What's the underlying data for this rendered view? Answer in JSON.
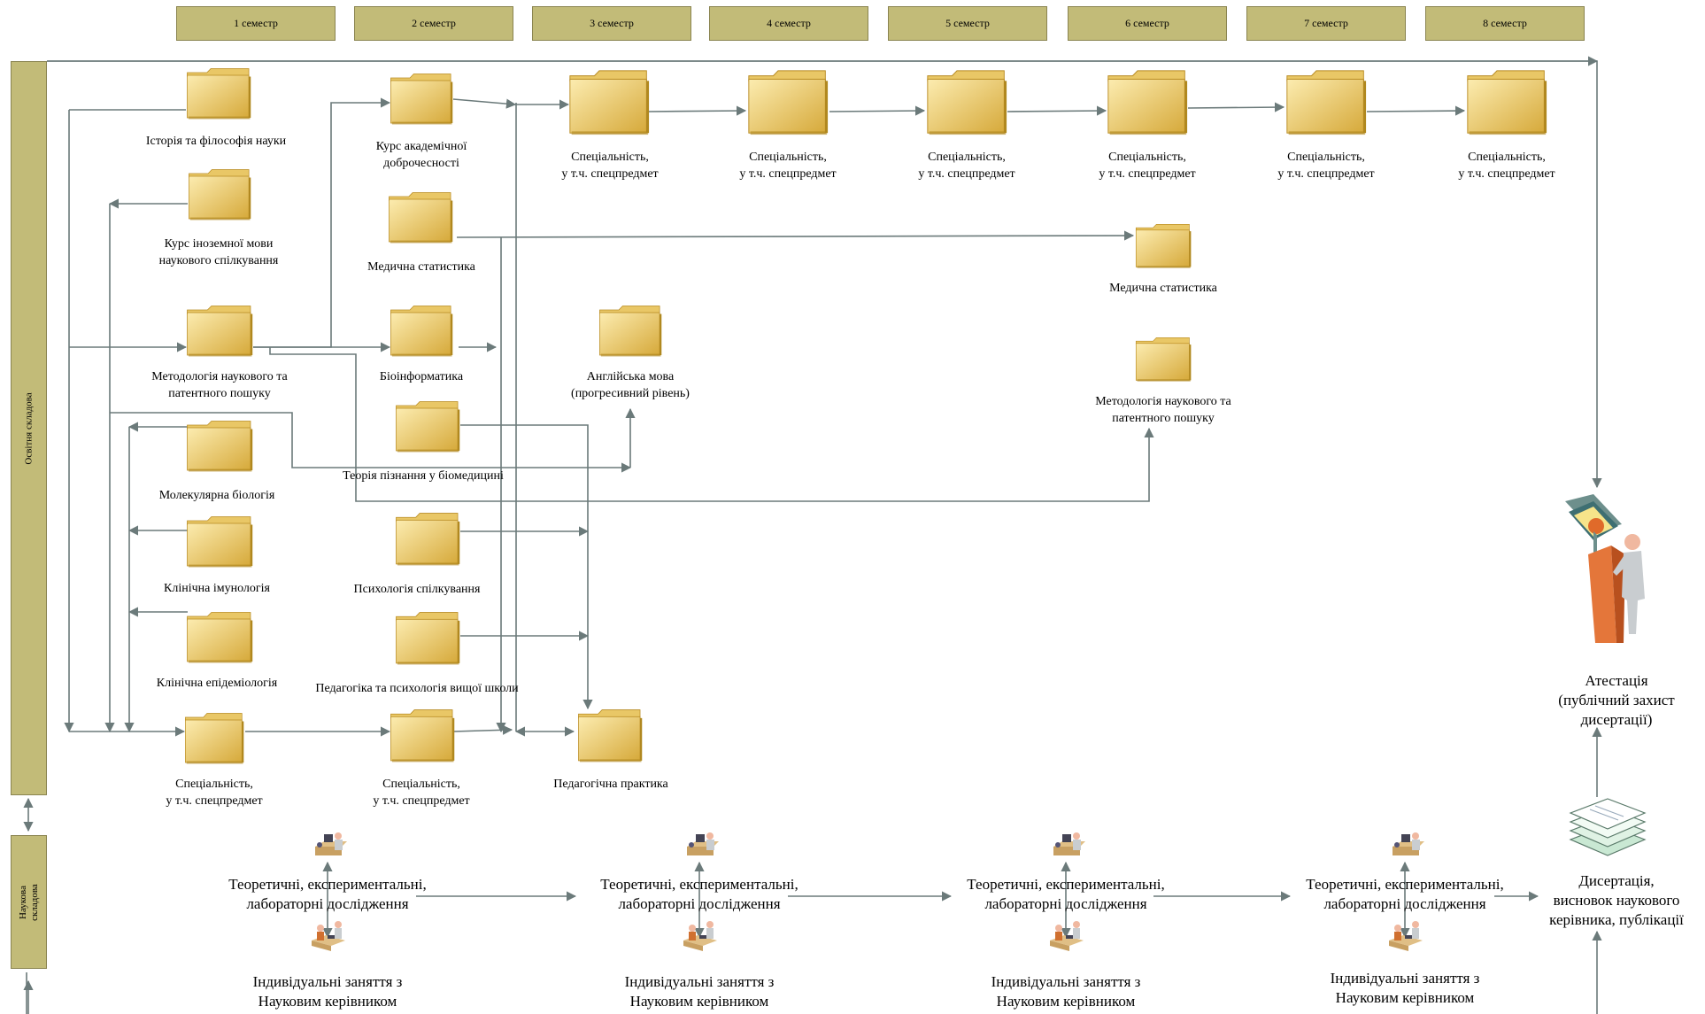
{
  "semesters": [
    "1 семестр",
    "2 семестр",
    "3  семестр",
    "4  семестр",
    "5 семестр",
    "6 семестр",
    "7  семестр",
    "8  семестр"
  ],
  "bands": {
    "education": "Освітня складова",
    "science": "Наукова складова"
  },
  "folders": [
    {
      "label": "Історія та філософія науки"
    },
    {
      "label": "Курс іноземної мови\nнаукового спілкування"
    },
    {
      "label": "Методологія наукового та\nпатентного пошуку"
    },
    {
      "label": "Молекулярна біологія"
    },
    {
      "label": "Клінічна імунологія"
    },
    {
      "label": "Клінічна епідеміологія"
    },
    {
      "label": "Спеціальність,\nу т.ч. спецпредмет"
    },
    {
      "label": "Курс академічної\nдоброчесності"
    },
    {
      "label": "Медична статистика"
    },
    {
      "label": "Біоінформатика"
    },
    {
      "label": "Теорія пізнання у біомедицині"
    },
    {
      "label": "Психологія спілкування"
    },
    {
      "label": "Педагогіка та психологія вищої школи"
    },
    {
      "label": "Спеціальність,\nу т.ч. спецпредмет"
    },
    {
      "label": "Англійська мова\n(прогресивний рівень)"
    },
    {
      "label": "Педагогічна практика"
    },
    {
      "label": "Спеціальність,\nу т.ч. спецпредмет"
    },
    {
      "label": "Спеціальність,\nу т.ч. спецпредмет"
    },
    {
      "label": "Спеціальність,\nу т.ч. спецпредмет"
    },
    {
      "label": "Спеціальність,\nу т.ч. спецпредмет"
    },
    {
      "label": "Спеціальність,\nу т.ч. спецпредмет"
    },
    {
      "label": "Спеціальність,\nу т.ч. спецпредмет"
    },
    {
      "label": "Медична статистика"
    },
    {
      "label": "Методологія наукового та\nпатентного пошуку"
    }
  ],
  "research": {
    "research_label": "Теоретичні, експериментальні,\nлабораторні дослідження",
    "individual_label": "Індивідуальні заняття з\nНауковим керівником"
  },
  "outcomes": {
    "dissertation": "Дисертація,\nвисновок наукового\nкерівника, публікації",
    "attestation": "Атестація\n(публічний захист\nдисертації)"
  },
  "colors": {
    "band_fill": "#c2bb78",
    "band_border": "#8a8450",
    "connector": "#6b7a7a",
    "folder_light": "#fcecb0",
    "folder_dark": "#d6a93a"
  }
}
